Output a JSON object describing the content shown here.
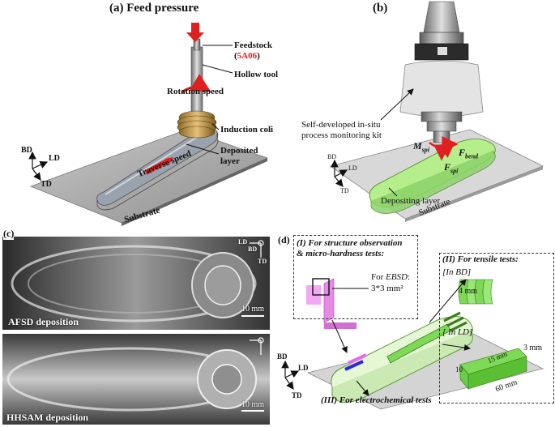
{
  "panel_a": {
    "title": "(a) Feed pressure",
    "feedstock": "Feedstock",
    "feedstock_material": "5A06",
    "hollow_tool": "Hollow tool",
    "rotation_speed": "Rotation speed",
    "induction_coil": "Induction coli",
    "deposited_layer_1": "Deposited",
    "deposited_layer_2": "layer",
    "traverse_speed": "Traverse speed",
    "substrate": "Substrate",
    "axes": {
      "bd": "BD",
      "ld": "LD",
      "td": "TD"
    }
  },
  "panel_b": {
    "title": "(b)",
    "kit_line1": "Self-developed in-situ",
    "kit_line2": "process monitoring kit",
    "m_spi": "M",
    "m_sub": "spi",
    "f_bend": "F",
    "f_bend_sub": "bend",
    "f_spi": "F",
    "f_spi_sub": "spi",
    "depositing_layer": "Depositing layer",
    "substrate": "Substrate",
    "axes": {
      "bd": "BD",
      "ld": "LD",
      "td": "TD"
    }
  },
  "panel_c": {
    "title": "(c)",
    "top_caption": "AFSD deposition",
    "bottom_caption": "HHSAM deposition",
    "scale_top": "10 mm",
    "scale_bottom": "10 mm",
    "axes": {
      "ld": "LD",
      "bd": "BD",
      "td": "TD"
    }
  },
  "panel_d": {
    "title": "(d)",
    "box1_line1": "(I) For structure observation",
    "box1_line2": "& micro-hardness tests:",
    "ebsd_prefix": "For ",
    "ebsd_italic": "EBSD",
    "ebsd_size": "3*3 mm²",
    "box2_title": "(II) For tensile tests:",
    "in_bd": "[In  BD]",
    "in_ld": "[ In LD]",
    "dim_4mm": "4 mm",
    "dim_3mm": "3 mm",
    "dim_15mm": "15 mm",
    "dim_10": "10",
    "dim_60mm": "60 mm",
    "electrochem": "(III) For electrochemical tests",
    "axes": {
      "bd": "BD",
      "ld": "LD",
      "td": "TD"
    }
  }
}
